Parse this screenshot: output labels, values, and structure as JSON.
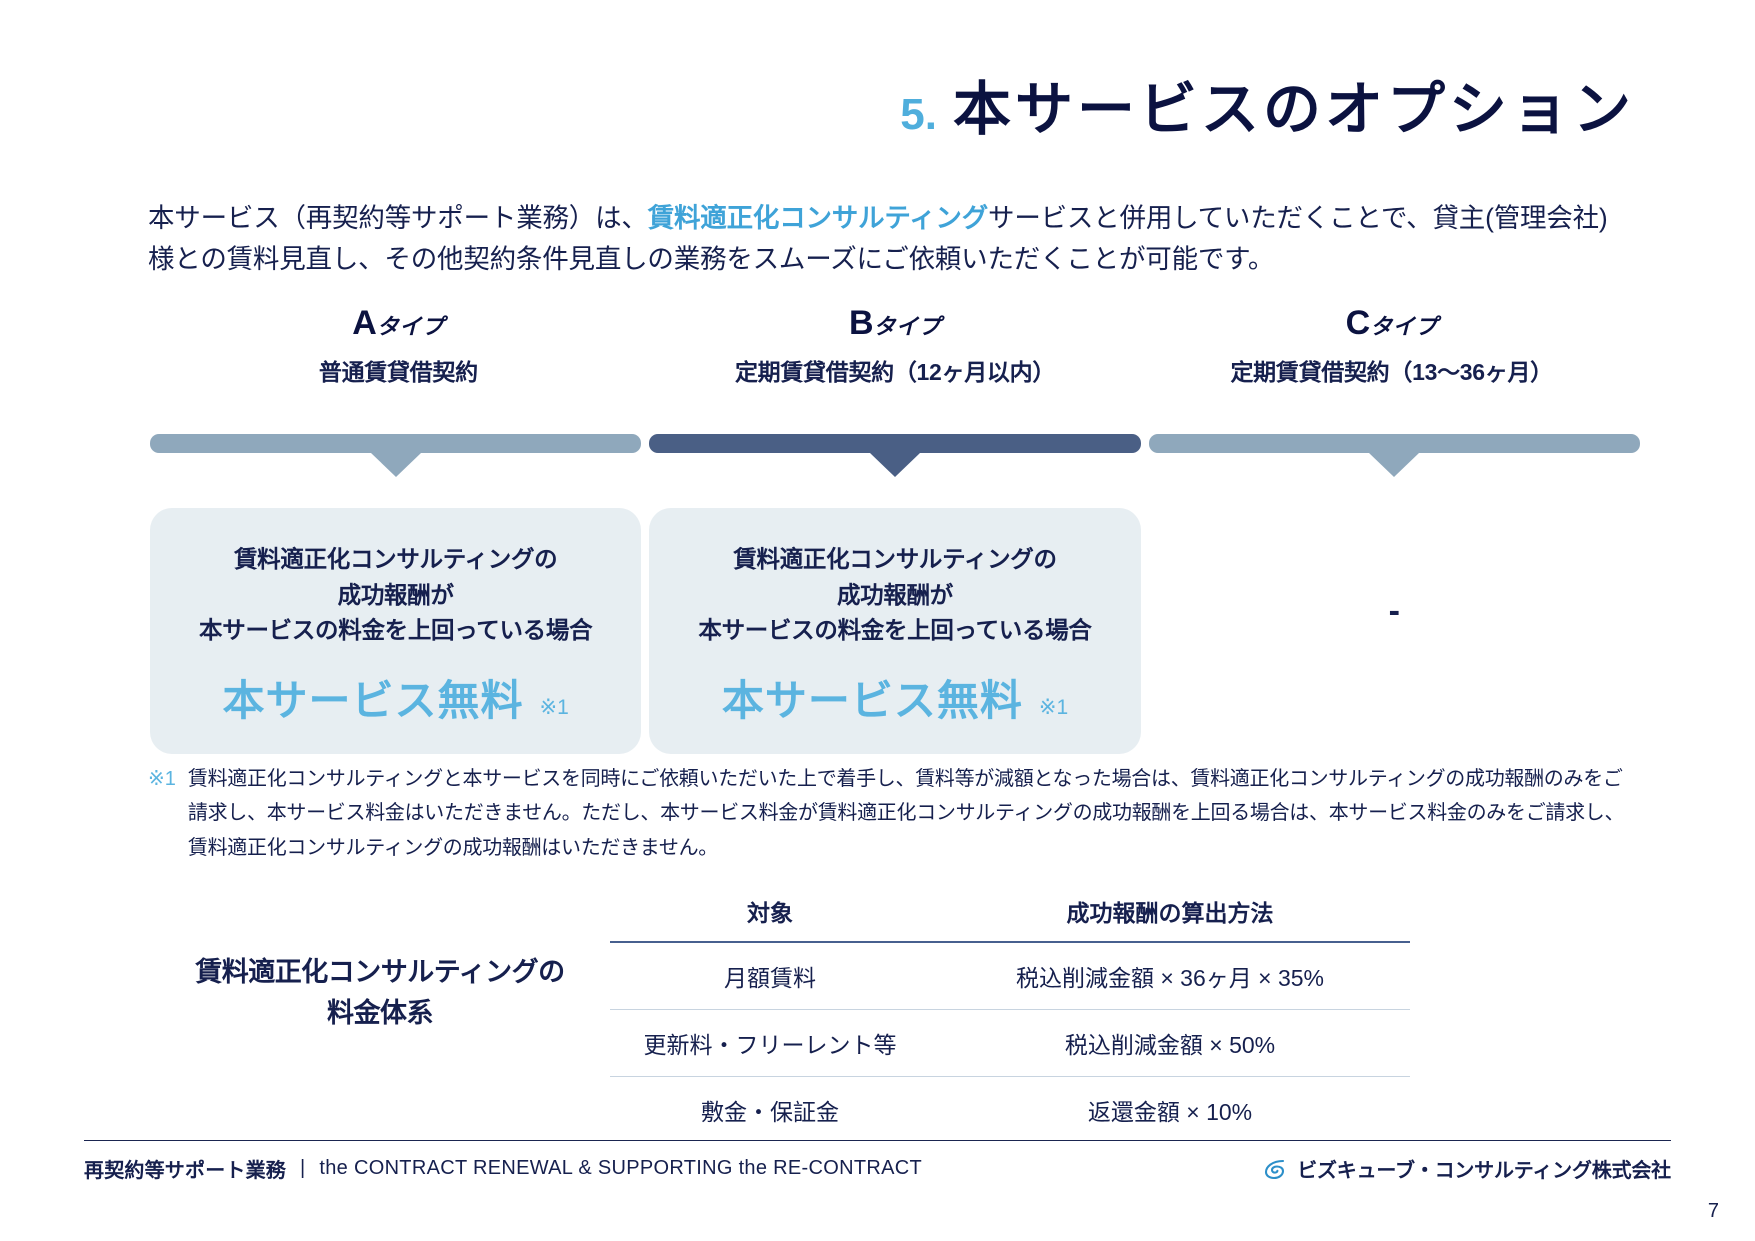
{
  "title": {
    "number": "5.",
    "text": "本サービスのオプション"
  },
  "intro": {
    "part1": "本サービス（再契約等サポート業務）は、",
    "highlight": "賃料適正化コンサルティング",
    "part2": "サービスと併用していただくことで、貸主(管理会社)様との賃料見直し、その他契約条件見直しの業務をスムーズにご依頼いただくことが可能です。"
  },
  "types": [
    {
      "letter": "A",
      "suffix": "タイプ",
      "subtitle": "普通賃貸借契約",
      "bar_color": "#8FA8BC",
      "card": {
        "lines": [
          "賃料適正化コンサルティングの",
          "成功報酬が",
          "本サービスの料金を上回っている場合"
        ],
        "free_label": "本サービス無料",
        "mark": "※1",
        "dash": null
      }
    },
    {
      "letter": "B",
      "suffix": "タイプ",
      "subtitle": "定期賃貸借契約（12ヶ月以内）",
      "bar_color": "#4A5F85",
      "card": {
        "lines": [
          "賃料適正化コンサルティングの",
          "成功報酬が",
          "本サービスの料金を上回っている場合"
        ],
        "free_label": "本サービス無料",
        "mark": "※1",
        "dash": null
      }
    },
    {
      "letter": "C",
      "suffix": "タイプ",
      "subtitle": "定期賃貸借契約（13〜36ヶ月）",
      "bar_color": "#8FA8BC",
      "card": {
        "lines": [],
        "free_label": null,
        "mark": null,
        "dash": "-"
      }
    }
  ],
  "footnote": {
    "mark": "※1",
    "text": "賃料適正化コンサルティングと本サービスを同時にご依頼いただいた上で着手し、賃料等が減額となった場合は、賃料適正化コンサルティングの成功報酬のみをご請求し、本サービス料金はいただきません。ただし、本サービス料金が賃料適正化コンサルティングの成功報酬を上回る場合は、本サービス料金のみをご請求し、賃料適正化コンサルティングの成功報酬はいただきません。"
  },
  "fee": {
    "label_line1": "賃料適正化コンサルティングの",
    "label_line2": "料金体系",
    "headers": [
      "対象",
      "成功報酬の算出方法"
    ],
    "rows": [
      [
        "月額賃料",
        "税込削減金額 × 36ヶ月 × 35%"
      ],
      [
        "更新料・フリーレント等",
        "税込削減金額 × 50%"
      ],
      [
        "敷金・保証金",
        "返還金額 × 10%"
      ]
    ]
  },
  "footer": {
    "jp": "再契約等サポート業務",
    "separator": "|",
    "en": "the CONTRACT RENEWAL & SUPPORTING the RE-CONTRACT",
    "company": "ビズキューブ・コンサルティング株式会社",
    "page": "7"
  },
  "colors": {
    "navy": "#0B1240",
    "accent_blue": "#4FAEDC",
    "bar_light": "#8FA8BC",
    "bar_dark": "#4A5F85",
    "card_bg": "#E7EEF2"
  }
}
